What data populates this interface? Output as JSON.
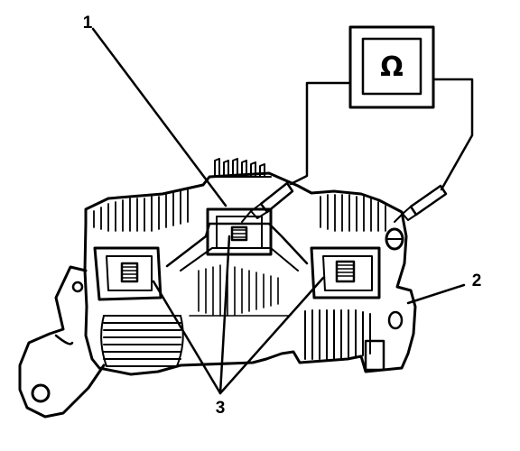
{
  "figure": {
    "callouts": [
      {
        "id": "1",
        "text": "1"
      },
      {
        "id": "2",
        "text": "2"
      },
      {
        "id": "3",
        "text": "3"
      }
    ],
    "meter": {
      "symbol": "Ω",
      "icon": "ohmmeter-icon"
    },
    "colors": {
      "ink": "#000000",
      "paper": "#ffffff"
    }
  }
}
